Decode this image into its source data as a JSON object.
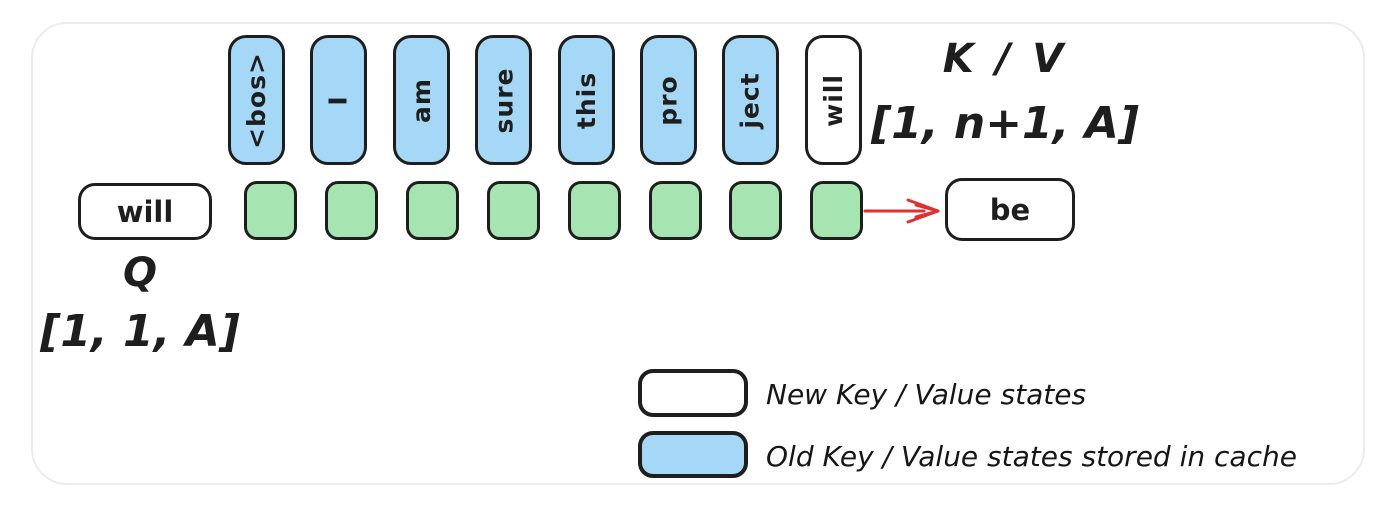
{
  "diagram": {
    "tokens": [
      {
        "text": "<bos>",
        "cached": true
      },
      {
        "text": "I",
        "cached": true
      },
      {
        "text": "am",
        "cached": true
      },
      {
        "text": "sure",
        "cached": true
      },
      {
        "text": "this",
        "cached": true
      },
      {
        "text": "pro",
        "cached": true
      },
      {
        "text": "ject",
        "cached": true
      },
      {
        "text": "will",
        "cached": false
      }
    ],
    "attention_cell_count": 8,
    "kv_label": "K / V",
    "kv_shape": "[1, n+1, A]",
    "q_label": "Q",
    "q_shape": "[1, 1, A]",
    "query_token": "will",
    "output_token": "be"
  },
  "legend": {
    "items": [
      {
        "swatch": "new",
        "label": "New Key / Value states"
      },
      {
        "swatch": "old",
        "label": "Old Key / Value states stored in cache"
      }
    ]
  },
  "colors": {
    "cached_fill": "#a5d8f7",
    "new_fill": "#ffffff",
    "state_fill": "#a6e5b1",
    "stroke": "#1e1e1e",
    "arrow": "#e03131",
    "card_border": "#ececef"
  }
}
